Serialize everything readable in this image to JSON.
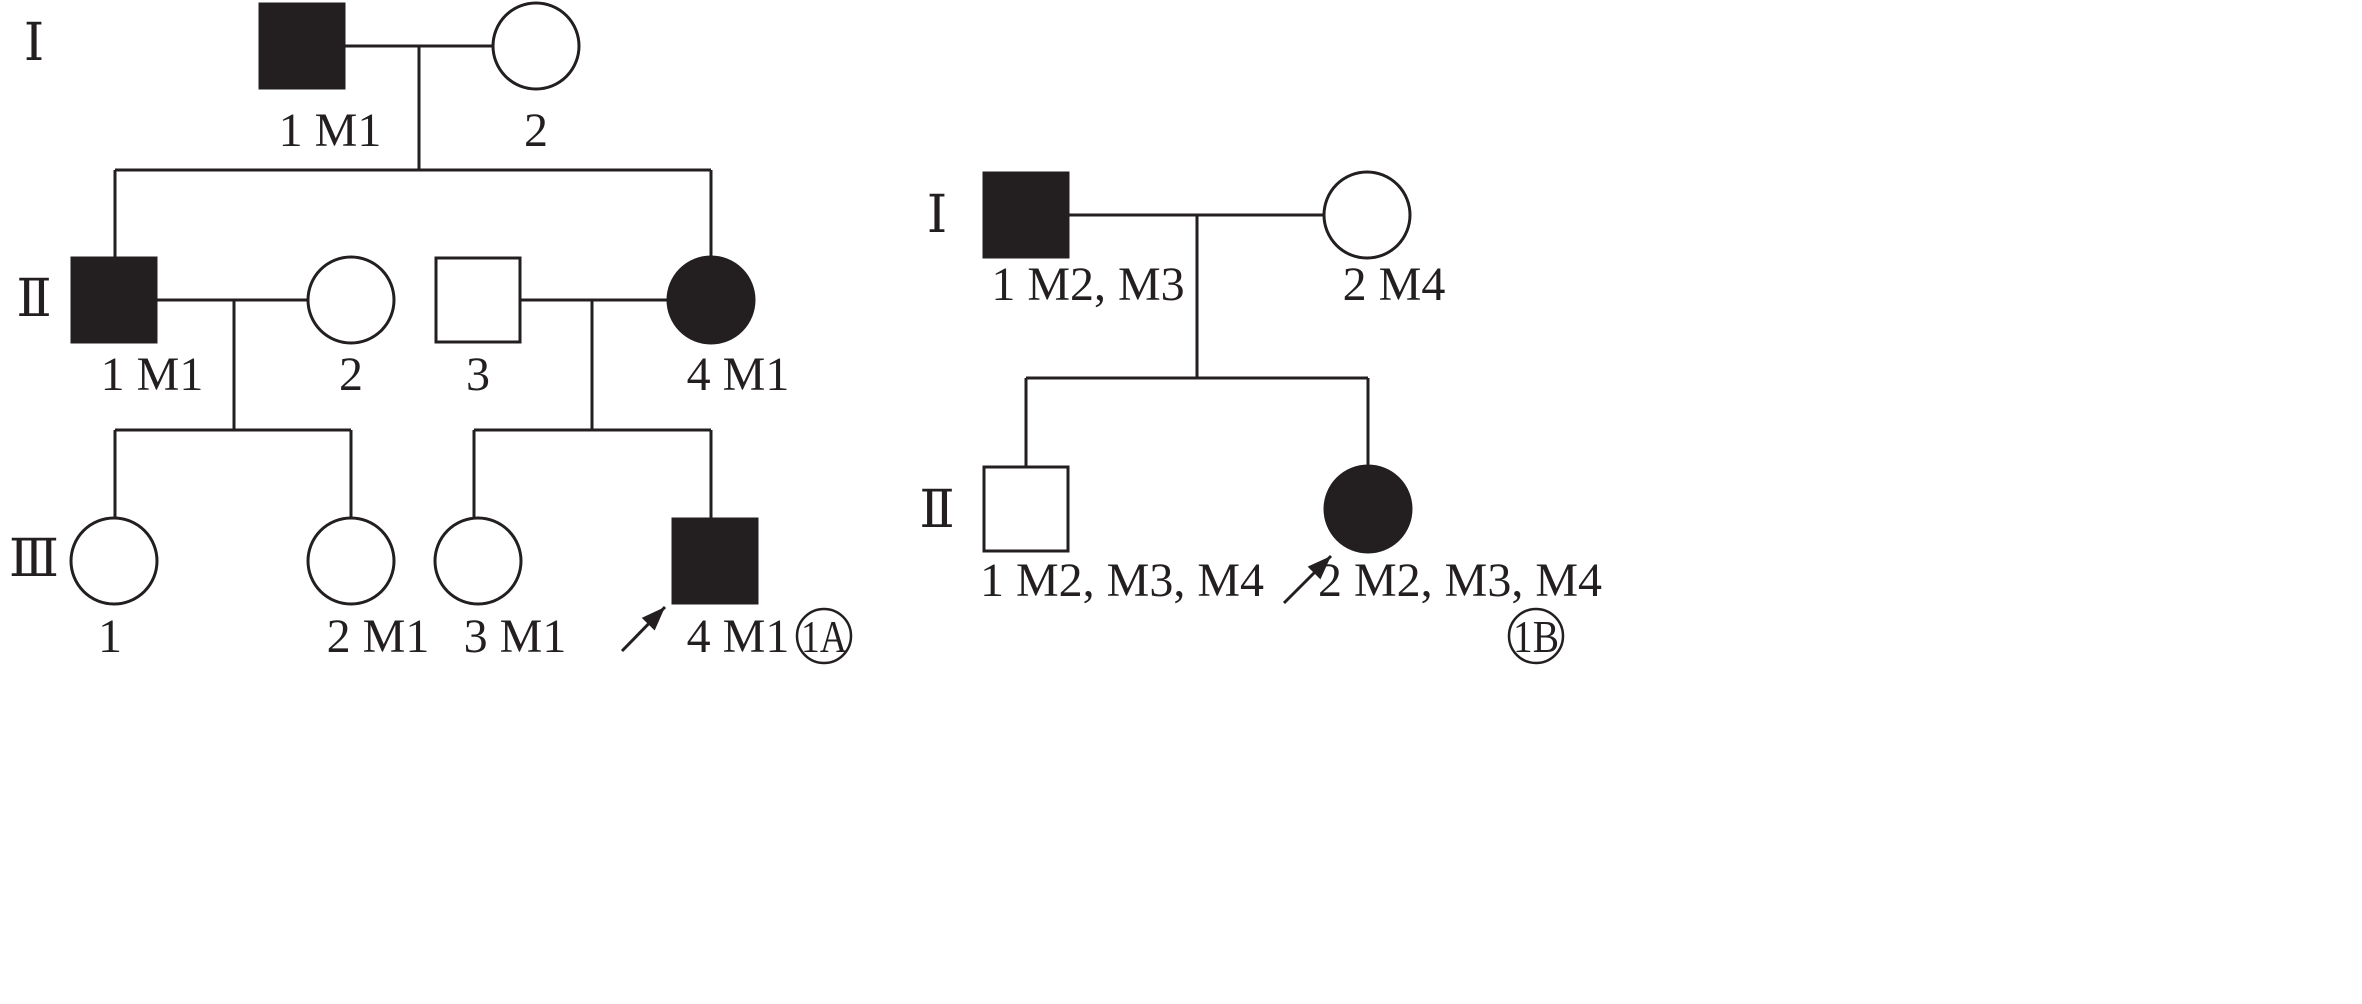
{
  "panels": [
    {
      "id": "1A",
      "tag": "1A",
      "generations": [
        "Ⅰ",
        "Ⅱ",
        "Ⅲ"
      ],
      "individuals": [
        {
          "key": "A-I-1",
          "sex": "male",
          "affected": true,
          "label": "1 M1"
        },
        {
          "key": "A-I-2",
          "sex": "female",
          "affected": false,
          "label": "2"
        },
        {
          "key": "A-II-1",
          "sex": "male",
          "affected": true,
          "label": "1 M1"
        },
        {
          "key": "A-II-2",
          "sex": "female",
          "affected": false,
          "label": "2"
        },
        {
          "key": "A-II-3",
          "sex": "male",
          "affected": false,
          "label": "3"
        },
        {
          "key": "A-II-4",
          "sex": "female",
          "affected": true,
          "label": "4 M1"
        },
        {
          "key": "A-III-1",
          "sex": "female",
          "affected": false,
          "label": "1"
        },
        {
          "key": "A-III-2",
          "sex": "female",
          "affected": false,
          "label": "2 M1"
        },
        {
          "key": "A-III-3",
          "sex": "female",
          "affected": false,
          "label": "3 M1"
        },
        {
          "key": "A-III-4",
          "sex": "male",
          "affected": true,
          "label": "4 M1",
          "proband": true
        }
      ]
    },
    {
      "id": "1B",
      "tag": "1B",
      "generations": [
        "Ⅰ",
        "Ⅱ"
      ],
      "individuals": [
        {
          "key": "B-I-1",
          "sex": "male",
          "affected": true,
          "label": "1 M2, M3"
        },
        {
          "key": "B-I-2",
          "sex": "female",
          "affected": false,
          "label": "2 M4"
        },
        {
          "key": "B-II-1",
          "sex": "male",
          "affected": false,
          "label": "1 M2, M3, M4"
        },
        {
          "key": "B-II-2",
          "sex": "female",
          "affected": true,
          "label": "2 M2, M3, M4",
          "proband": true
        }
      ]
    }
  ]
}
